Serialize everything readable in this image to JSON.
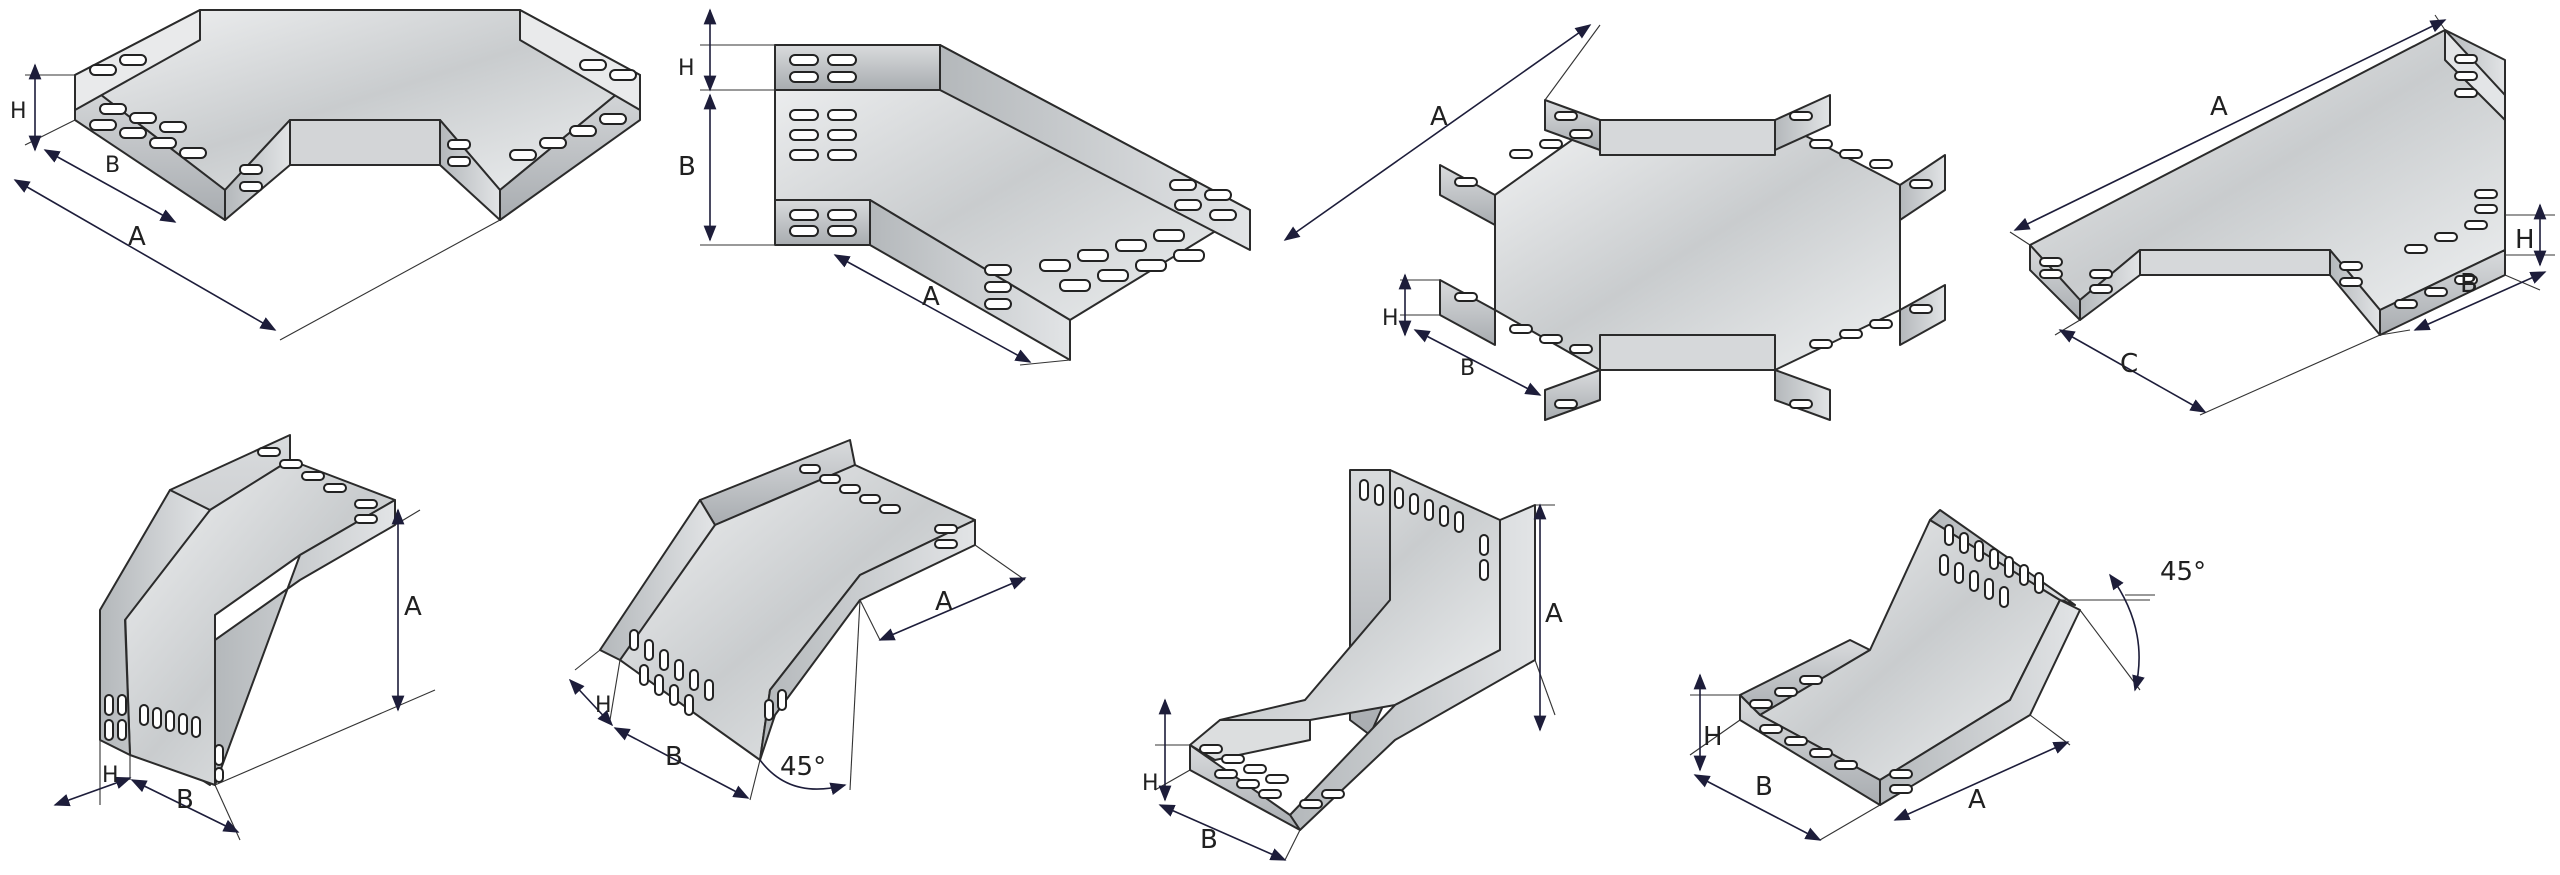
{
  "figures": [
    {
      "id": "horizontal-elbow-90",
      "labels": {
        "h": "H",
        "b": "B",
        "a": "A"
      }
    },
    {
      "id": "horizontal-elbow-90-alt",
      "labels": {
        "h": "H",
        "b": "B",
        "a": "A"
      }
    },
    {
      "id": "cross-piece",
      "labels": {
        "a": "A",
        "h": "H",
        "b": "B"
      }
    },
    {
      "id": "tee-piece",
      "labels": {
        "a": "A",
        "h": "H",
        "b": "B",
        "c": "C"
      }
    },
    {
      "id": "vertical-outer-elbow-90",
      "labels": {
        "a": "A",
        "h": "H",
        "b": "B"
      }
    },
    {
      "id": "vertical-outer-elbow-45",
      "labels": {
        "a": "A",
        "h": "H",
        "b": "B",
        "angle": "45°"
      }
    },
    {
      "id": "vertical-inner-elbow-90",
      "labels": {
        "a": "A",
        "h": "H",
        "b": "B"
      }
    },
    {
      "id": "vertical-inner-elbow-45",
      "labels": {
        "a": "A",
        "h": "H",
        "b": "B",
        "angle": "45°"
      }
    }
  ],
  "colors": {
    "metal_light": "#e6e8ea",
    "metal_mid": "#c3c6c9",
    "metal_dark": "#9a9ea2",
    "outline": "#2b2b2b",
    "dimension": "#1d1d3a"
  }
}
